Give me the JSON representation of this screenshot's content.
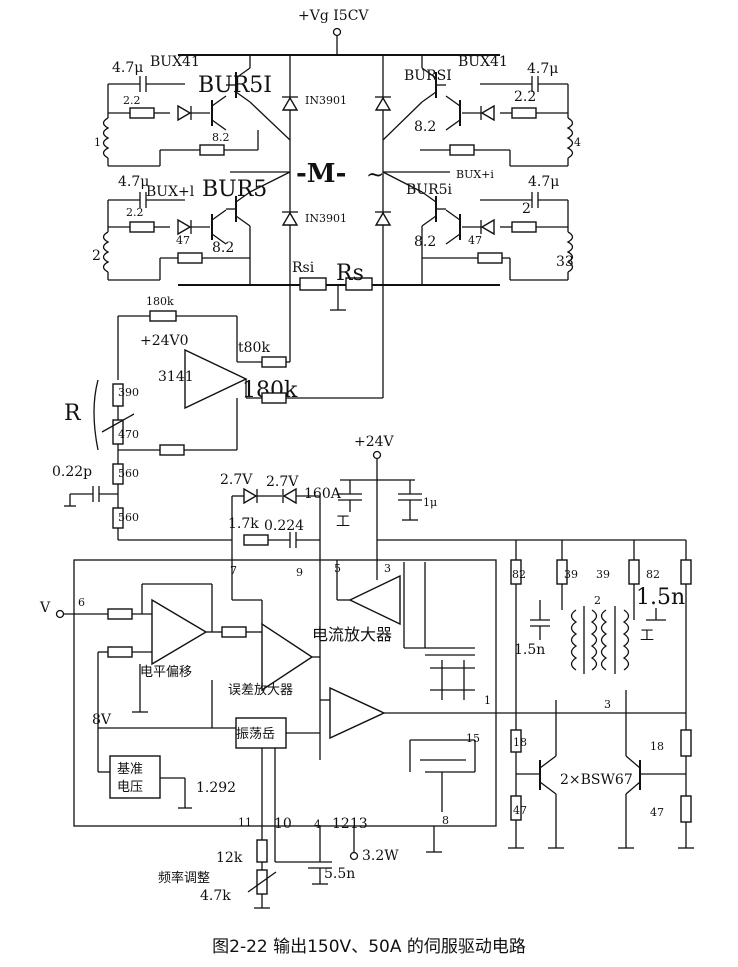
{
  "labels": {
    "supply_top": "+Vg I5CV",
    "motor": "-M-",
    "tilde": "~",
    "diode_top": "IN3901",
    "diode_bot": "IN3901",
    "bux_tl": "BUX41",
    "bux_tr": "BUX41",
    "bux_bl": "BUX+l",
    "bux_br": "BUX+i",
    "bur_tl": "BUR5I",
    "bur_tr": "BURSI",
    "bur_bl": "BUR5",
    "bur_br": "BUR5i",
    "cap_tl": "4.7μ",
    "cap_tr": "4.7μ",
    "cap_bl": "4.7μ",
    "cap_br": "4.7μ",
    "res_22_tl": "2.2",
    "res_22_tr": "2.2",
    "res_22_bl": "2.2",
    "res_22_br": "2",
    "res_82_tl": "8.2",
    "res_82_tr": "8.2",
    "res_82_bl": "8.2",
    "res_82_br": "8.2",
    "res_47_bl": "47",
    "res_47_br": "47",
    "coil_1": "1",
    "coil_2": "2",
    "coil_4": "4",
    "coil_33": "33",
    "rsi": "Rsi",
    "rs": "Rs",
    "r180k_top": "180k",
    "r180k_mid": "t80k",
    "r180k_low": "180k",
    "supply_24v0": "+24V0",
    "opamp_3141": "3141",
    "res_390": "390",
    "res_470": "470",
    "r_label": "R",
    "cap_022p": "0.22p",
    "res_560a": "560",
    "res_560b": "560",
    "supply_24v": "+24V",
    "zener_a": "2.7V",
    "zener_b": "2.7V",
    "label_160a": "160A",
    "cap_1u": "1μ",
    "res_17k": "1.7k",
    "cap_0224": "0.224",
    "pin_7": "7",
    "pin_9": "9",
    "pin_5": "5",
    "pin_3": "3",
    "pin_6": "6",
    "pin_1": "1",
    "pin_15": "15",
    "pin_8": "8",
    "pin_11": "11",
    "pin_10": "10",
    "pin_4": "4",
    "pin_1213": "1213",
    "input_v": "V",
    "level_shift": "电平偏移",
    "error_amp": "误差放大器",
    "current_amp": "电流放大器",
    "oscillator": "振荡岳",
    "ref_voltage_1": "基准",
    "ref_voltage_2": "电压",
    "v_1292": "1.292",
    "label_8v": "8V",
    "res_12k": "12k",
    "freq_adjust": "频率调整",
    "res_47k": "4.7k",
    "cap_55n": "5.5n",
    "v_32w": "3.2W",
    "res_82a": "82",
    "res_39a": "39",
    "res_39b": "39",
    "res_82b": "82",
    "cap_15n_a": "1.5n",
    "cap_15n_b": "1.5n",
    "res_18a": "18",
    "res_18b": "18",
    "res_47a": "47",
    "res_47b": "47",
    "transistor_pair": "2×BSW67",
    "ground_sym": "工",
    "ground_sym_b": "工",
    "ground_sym_c": "工",
    "t_pin_2": "2",
    "t_pin_3": "3"
  },
  "caption": "图2-22  输出150V、50A 的伺服驱动电路"
}
